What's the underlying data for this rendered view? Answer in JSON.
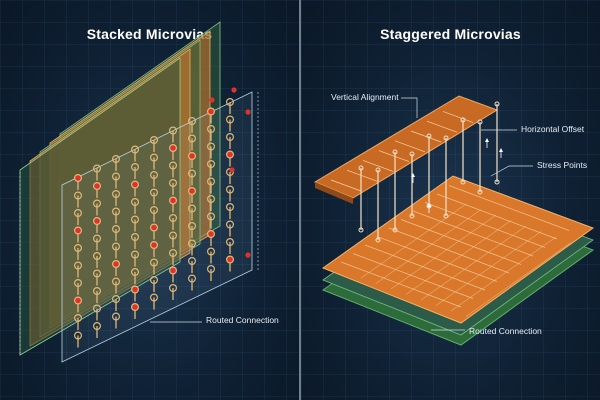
{
  "left_panel": {
    "title": "Stacked Microvias",
    "annotation": "Routed Connection"
  },
  "right_panel": {
    "title": "Staggered Microvias",
    "annotations": {
      "vertical_alignment": "Vertical Alignment",
      "horizontal_offset": "Horizontal Offset",
      "stress_points": "Stress Points",
      "routed_connection": "Routed Connection"
    }
  },
  "colors": {
    "background": "#0f2134",
    "copper": "#d9772a",
    "substrate_green": "#3e7a3e",
    "via_gold": "#e0b877",
    "stress_red": "#e0322a",
    "divider": "#6e7f90"
  }
}
